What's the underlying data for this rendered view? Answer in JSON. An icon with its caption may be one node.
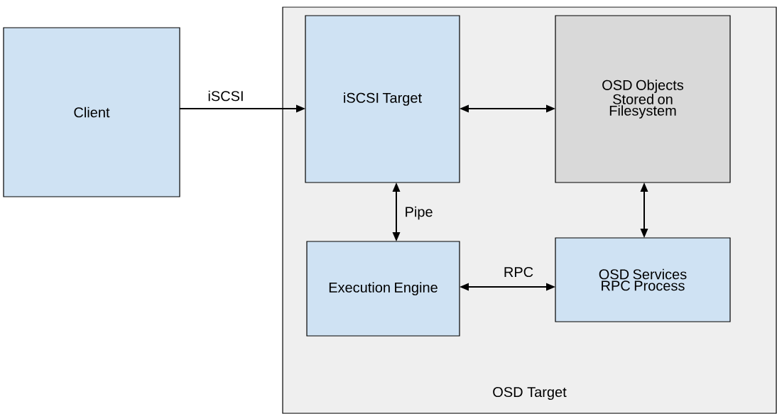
{
  "diagram": {
    "nodes": [
      {
        "text": [
          "Client"
        ]
      },
      {
        "text": [
          "OSD Target"
        ]
      },
      {
        "text": [
          "iSCSI Target"
        ],
        "in": 1
      },
      {
        "text": [
          "OSD Objects Stored on Filesystem"
        ],
        "in": 1
      },
      {
        "text": [
          "Execution Engine"
        ],
        "in": 1
      },
      {
        "text": [
          "OSD Services RPC Process"
        ],
        "in": 1
      }
    ],
    "edges": [
      {
        "from": 0,
        "to": 2,
        "arrow": "to",
        "label": "iSCSI"
      },
      {
        "from": 2,
        "to": 3,
        "arrow": "both"
      },
      {
        "from": 2,
        "to": 4,
        "arrow": "both",
        "label": "Pipe"
      },
      {
        "from": 3,
        "to": 5,
        "arrow": "both"
      },
      {
        "from": 4,
        "to": 5,
        "arrow": "both",
        "label": "RPC"
      }
    ]
  }
}
